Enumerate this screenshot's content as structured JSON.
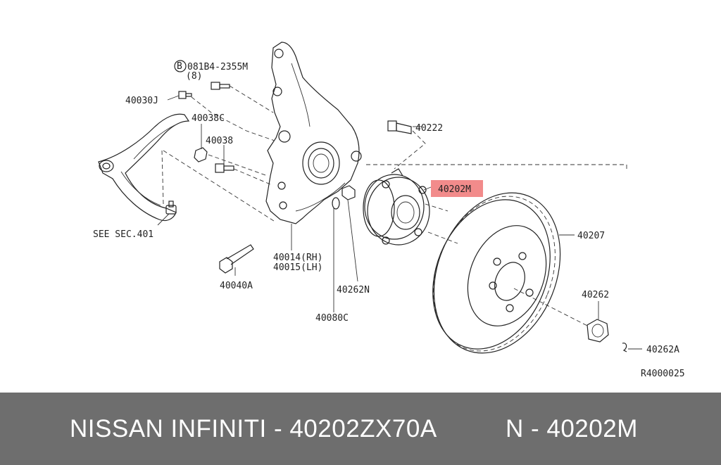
{
  "labels": {
    "bolt_spec": "081B4-2355M",
    "bolt_qty": "(8)",
    "bolt_circle": "B",
    "p40030J": "40030J",
    "p40038C": "40038C",
    "p40038": "40038",
    "p40222": "40222",
    "p40202M": "40202M",
    "p40207": "40207",
    "see_sec": "SEE SEC.401",
    "p40014": "40014(RH)",
    "p40015": "40015(LH)",
    "p40040A": "40040A",
    "p40262N": "40262N",
    "p40080C": "40080C",
    "p40262": "40262",
    "p40262A": "40262A",
    "ref": "R4000025"
  },
  "highlight_color": "#f28b8b",
  "footer": {
    "left": "NISSAN  INFINITI - 40202ZX70A",
    "right": "N - 40202M"
  }
}
